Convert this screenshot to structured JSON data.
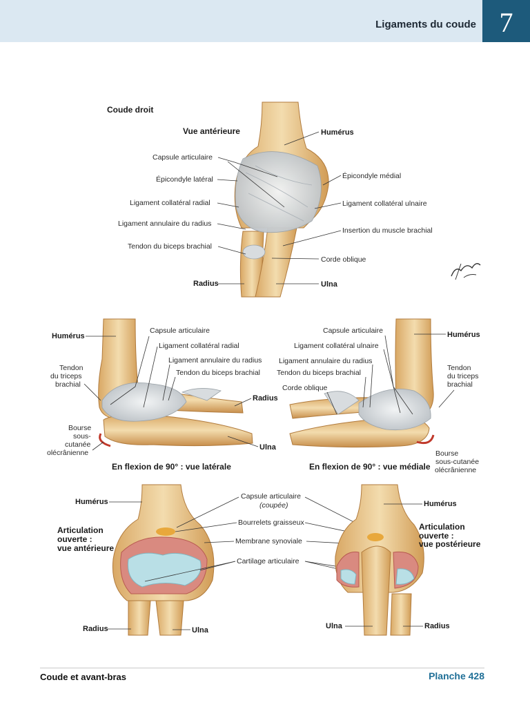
{
  "header": {
    "title": "Ligaments du coude",
    "chapter": "7"
  },
  "footer": {
    "section": "Coude et avant-bras",
    "plate": "Planche 428"
  },
  "figure1": {
    "caption": "Coude droit",
    "view": "Vue antérieure",
    "labels": {
      "humerus": "Humérus",
      "capsule": "Capsule articulaire",
      "epi_lat": "Épicondyle latéral",
      "epi_med": "Épicondyle médial",
      "lig_radial": "Ligament collatéral radial",
      "lig_ulnaire": "Ligament collatéral ulnaire",
      "lig_annulaire": "Ligament annulaire du radius",
      "insertion": "Insertion du muscle brachial",
      "biceps": "Tendon du biceps brachial",
      "corde": "Corde oblique",
      "radius": "Radius",
      "ulna": "Ulna"
    }
  },
  "figure2": {
    "caption": "En flexion de 90° : vue latérale",
    "labels": {
      "humerus": "Humérus",
      "capsule": "Capsule articulaire",
      "lig_radial": "Ligament collatéral radial",
      "lig_annulaire": "Ligament annulaire du radius",
      "biceps": "Tendon du biceps brachial",
      "triceps_1": "Tendon",
      "triceps_2": "du triceps",
      "triceps_3": "brachial",
      "radius": "Radius",
      "bourse_1": "Bourse",
      "bourse_2": "sous-",
      "bourse_3": "cutanée",
      "bourse_4": "olécrânienne",
      "ulna": "Ulna"
    }
  },
  "figure3": {
    "caption": "En flexion de 90° : vue médiale",
    "labels": {
      "capsule": "Capsule articulaire",
      "humerus": "Humérus",
      "lig_ulnaire": "Ligament collatéral ulnaire",
      "lig_annulaire": "Ligament annulaire du radius",
      "biceps": "Tendon du biceps brachial",
      "triceps_1": "Tendon",
      "triceps_2": "du triceps",
      "triceps_3": "brachial",
      "corde": "Corde oblique",
      "bourse_1": "Bourse",
      "bourse_2": "sous-cutanée",
      "bourse_3": "olécrânienne"
    }
  },
  "figure4": {
    "title_1": "Articulation",
    "title_2": "ouverte :",
    "title_3": "vue antérieure",
    "labels": {
      "humerus": "Humérus",
      "radius": "Radius",
      "ulna": "Ulna"
    }
  },
  "figure5": {
    "title_1": "Articulation",
    "title_2": "ouverte :",
    "title_3": "vue postérieure",
    "labels": {
      "humerus": "Humérus",
      "ulna": "Ulna",
      "radius": "Radius"
    }
  },
  "shared_labels": {
    "capsule": "Capsule articulaire",
    "coupee": "(coupée)",
    "bourrelets": "Bourrelets graisseux",
    "synoviale": "Membrane synoviale",
    "cartilage": "Cartilage articulaire"
  }
}
